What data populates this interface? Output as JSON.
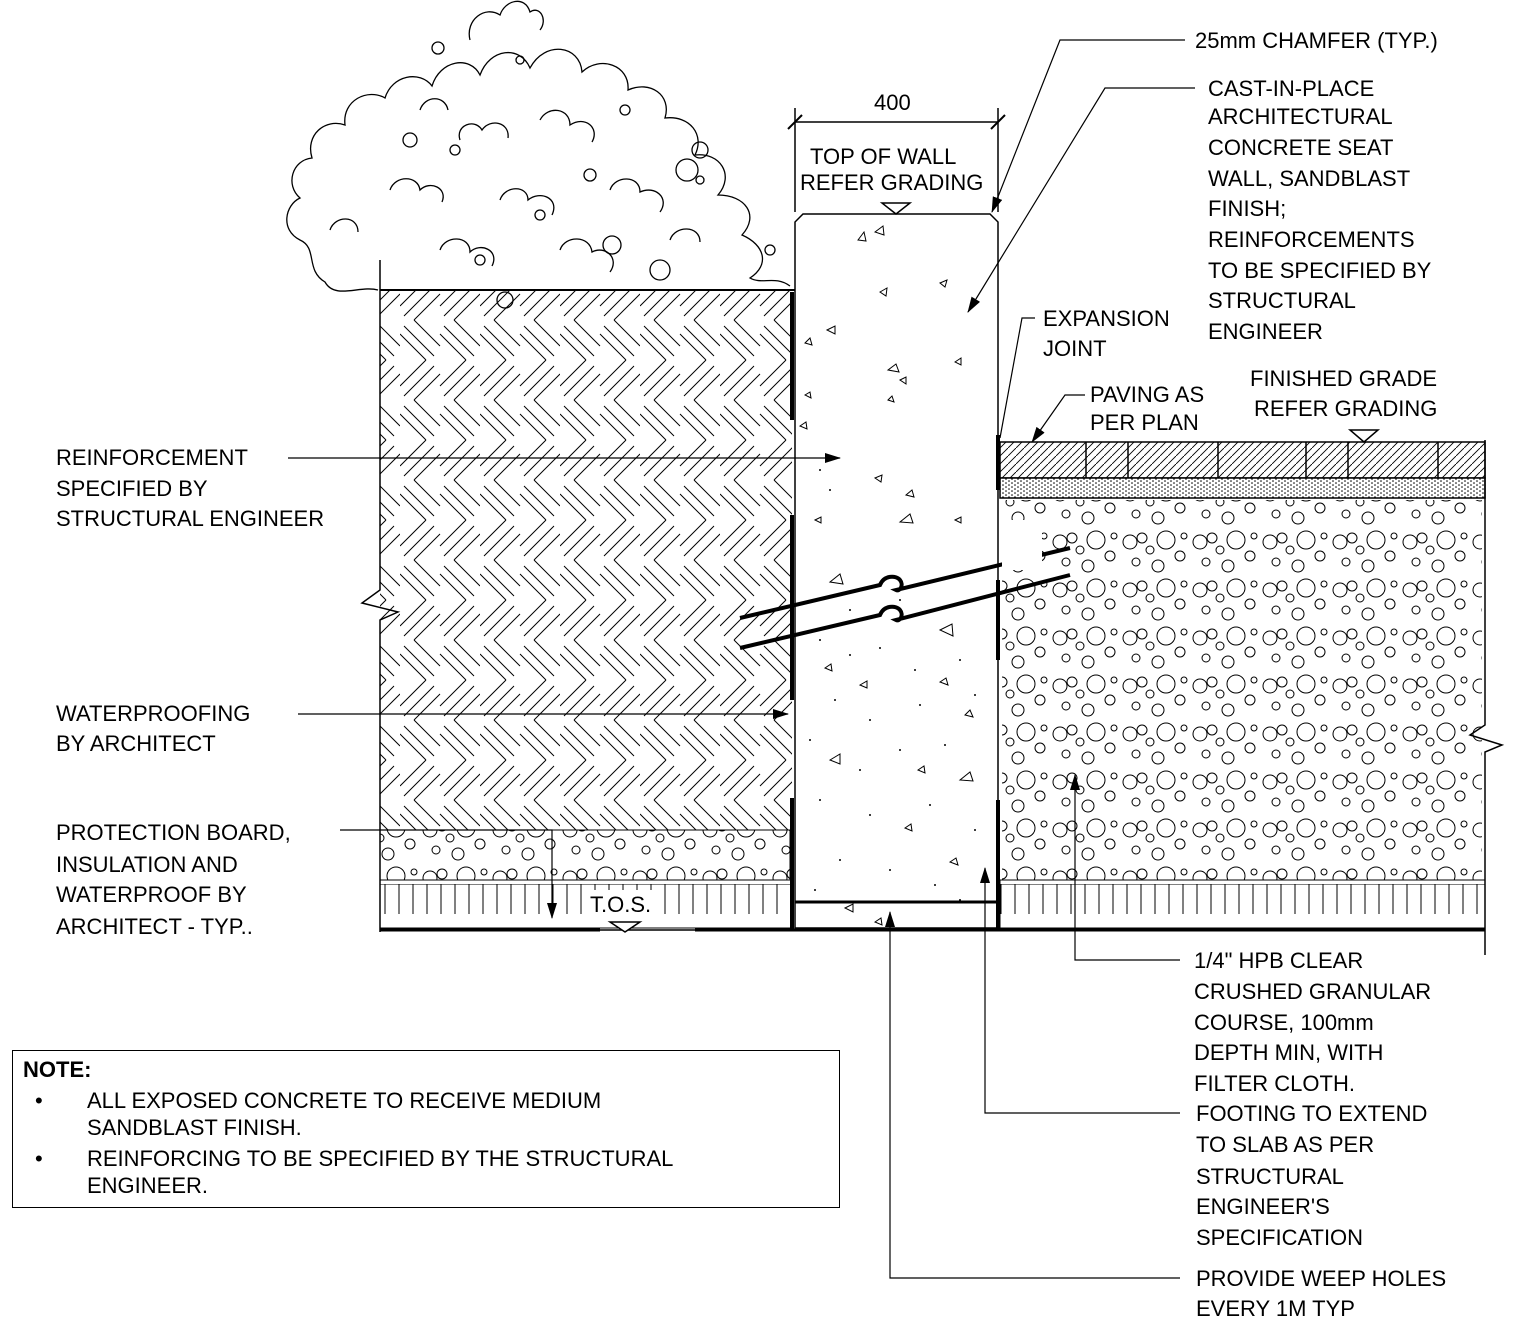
{
  "labels": {
    "chamfer": "25mm CHAMFER (TYP.)",
    "seat_wall": [
      "CAST-IN-PLACE",
      "ARCHITECTURAL",
      "CONCRETE SEAT",
      "WALL, SANDBLAST",
      "FINISH;",
      "REINFORCEMENTS",
      "TO BE SPECIFIED BY",
      "STRUCTURAL",
      "ENGINEER"
    ],
    "dimension": "400",
    "top_of_wall": [
      "TOP OF WALL",
      "REFER GRADING"
    ],
    "expansion_joint": [
      "EXPANSION",
      "JOINT"
    ],
    "paving": [
      "PAVING AS",
      "PER PLAN"
    ],
    "finished_grade": [
      "FINISHED GRADE",
      "REFER GRADING"
    ],
    "reinforcement": [
      "REINFORCEMENT",
      "SPECIFIED BY",
      "STRUCTURAL ENGINEER"
    ],
    "waterproofing": [
      "WATERPROOFING",
      "BY ARCHITECT"
    ],
    "protection_board": [
      "PROTECTION BOARD,",
      "INSULATION AND",
      "WATERPROOF BY",
      "ARCHITECT - TYP.."
    ],
    "tos": "T.O.S.",
    "granular": [
      "1/4\" HPB CLEAR",
      "CRUSHED GRANULAR",
      "COURSE, 100mm",
      "DEPTH MIN, WITH",
      "FILTER CLOTH."
    ],
    "footing": [
      "FOOTING TO EXTEND",
      "TO SLAB AS PER",
      "STRUCTURAL",
      "ENGINEER'S",
      "SPECIFICATION"
    ],
    "weep_holes": [
      "PROVIDE WEEP HOLES",
      "EVERY 1M TYP"
    ]
  },
  "note": {
    "title": "NOTE:",
    "bullet": "•",
    "items": [
      [
        "ALL EXPOSED CONCRETE TO RECEIVE MEDIUM",
        "SANDBLAST FINISH."
      ],
      [
        "REINFORCING TO BE SPECIFIED BY THE STRUCTURAL",
        "ENGINEER."
      ]
    ]
  },
  "colors": {
    "line": "#000000",
    "background": "#ffffff"
  }
}
